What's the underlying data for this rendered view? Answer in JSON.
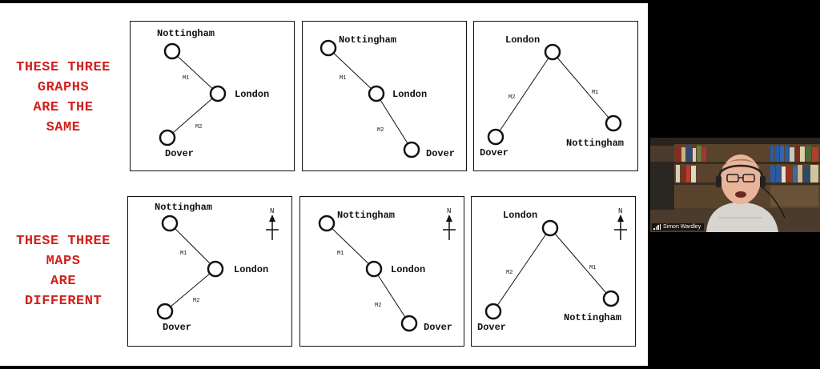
{
  "slide": {
    "labels": {
      "graphs": [
        "THESE THREE",
        "GRAPHS",
        "ARE THE",
        "SAME"
      ],
      "maps": [
        "THESE THREE",
        "MAPS",
        "ARE",
        "DIFFERENT"
      ]
    },
    "city_names": {
      "nottingham": "Nottingham",
      "london": "London",
      "dover": "Dover"
    },
    "road_names": {
      "m1": "M1",
      "m2": "M2"
    },
    "compass_letter": "N",
    "accent_color": "#d2201c"
  },
  "video": {
    "participant_name": "Simon Wardley",
    "icons": [
      "signal-bars-icon"
    ]
  }
}
